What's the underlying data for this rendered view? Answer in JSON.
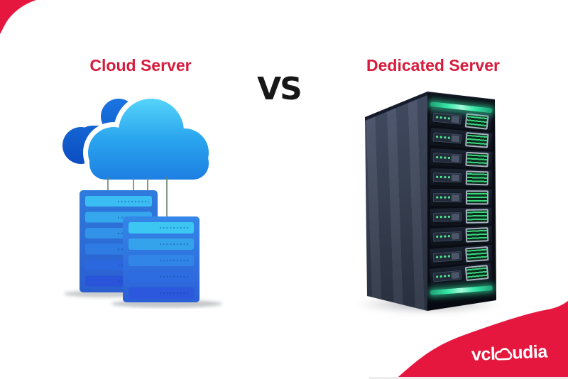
{
  "headings": {
    "cloud": "Cloud Server",
    "versus": "VS",
    "dedicated": "Dedicated Server"
  },
  "logo": {
    "name": "vcloudia",
    "text_left": "vcl",
    "text_right": "udia"
  },
  "theme": {
    "brand_red": "#d61b3c",
    "logo_red": "#e6173e",
    "vs_black": "#171717",
    "teal_glow": "#35e7a7",
    "cloud_blue_light": "#55d4f9",
    "cloud_blue_deep": "#1d7ee2",
    "back_cloud_blue": "#1365d6",
    "rack_blue": "#2e78dc",
    "tower_front": "#0a0d14",
    "tower_side": "#3d4659"
  }
}
